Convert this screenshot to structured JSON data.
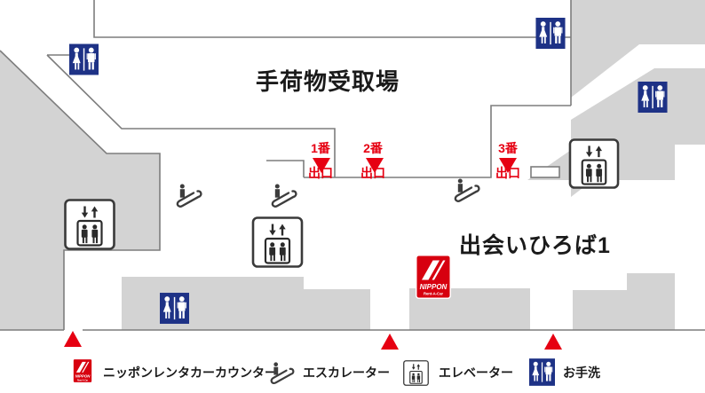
{
  "map": {
    "areas": {
      "baggage_claim": "手荷物受取場",
      "meeting_plaza": "出会いひろば1"
    },
    "exits": [
      {
        "line1": "1番",
        "line2": "出口"
      },
      {
        "line1": "2番",
        "line2": "出口"
      },
      {
        "line1": "3番",
        "line2": "出口"
      }
    ]
  },
  "logo": {
    "title": "NIPPON",
    "subtitle": "Rent-A-Car"
  },
  "legend": {
    "items": [
      {
        "icon": "nippon-rentacar-logo",
        "label": "ニッポンレンタカーカウンター"
      },
      {
        "icon": "escalator-icon",
        "label": "エスカレーター"
      },
      {
        "icon": "elevator-icon",
        "label": "エレベーター"
      },
      {
        "icon": "restroom-icon",
        "label": "お手洗"
      }
    ]
  },
  "colors": {
    "accent_red": "#e60012",
    "restroom_blue": "#1e3286",
    "logo_red": "#d7000f",
    "map_gray": "#d3d3d3",
    "wall_gray": "#7d7d7d"
  }
}
